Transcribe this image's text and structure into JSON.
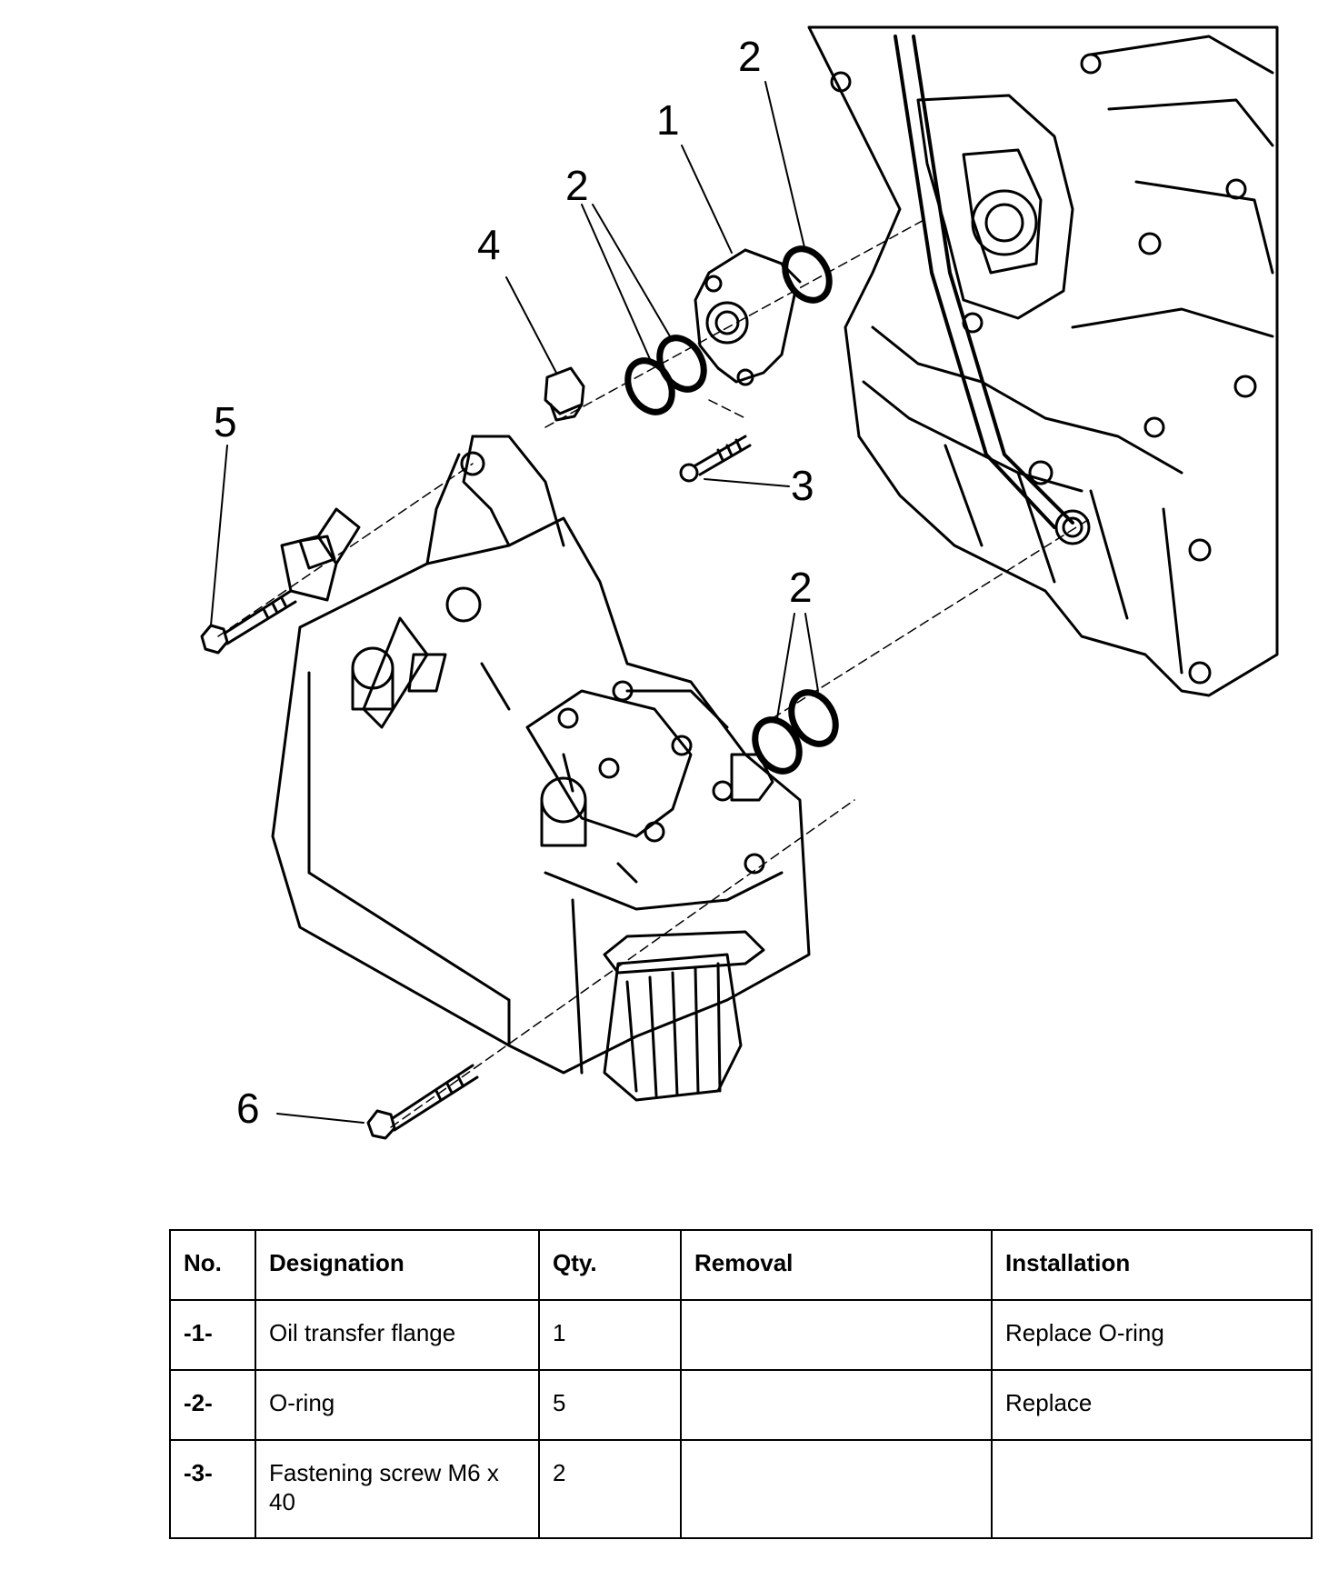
{
  "diagram": {
    "callouts": [
      "1",
      "2",
      "2",
      "2",
      "3",
      "4",
      "5",
      "6"
    ]
  },
  "table": {
    "headers": {
      "no": "No.",
      "designation": "Designation",
      "qty": "Qty.",
      "removal": "Removal",
      "installation": "Installation"
    },
    "rows": [
      {
        "no": "-1-",
        "designation": "Oil transfer flange",
        "qty": "1",
        "removal": "",
        "installation": "Replace O-ring"
      },
      {
        "no": "-2-",
        "designation": "O-ring",
        "qty": "5",
        "removal": "",
        "installation": "Replace"
      },
      {
        "no": "-3-",
        "designation": "Fastening screw M6 x 40",
        "qty": "2",
        "removal": "",
        "installation": ""
      }
    ]
  }
}
